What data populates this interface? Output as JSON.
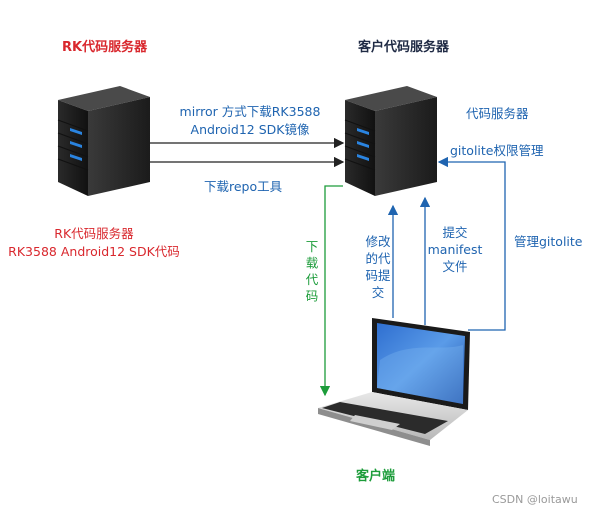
{
  "nodes": {
    "rk_server": {
      "title": "RK代码服务器",
      "caption_line1": "RK代码服务器",
      "caption_line2": "RK3588 Android12 SDK代码"
    },
    "customer_server": {
      "title": "客户代码服务器",
      "note_line1": "代码服务器",
      "note_line2": "gitolite权限管理"
    },
    "client": {
      "title": "客户端"
    }
  },
  "edges": {
    "mirror": {
      "line1": "mirror 方式下载RK3588",
      "line2": "Android12 SDK镜像"
    },
    "repo_tool": {
      "label": "下载repo工具"
    },
    "download_code": {
      "label": "下载代码"
    },
    "modify_submit": {
      "line1": "修改",
      "line2": "的代",
      "line3": "码提",
      "line4": "交"
    },
    "manifest": {
      "line1": "提交",
      "line2": "manifest",
      "line3": "文件"
    },
    "manage_gitolite": {
      "label": "管理gitolite"
    }
  },
  "watermark": "CSDN @loitawu",
  "colors": {
    "red": "#d9282e",
    "blue": "#1f64b0",
    "green": "#1c9c3a",
    "arrow_dark": "#222222"
  }
}
